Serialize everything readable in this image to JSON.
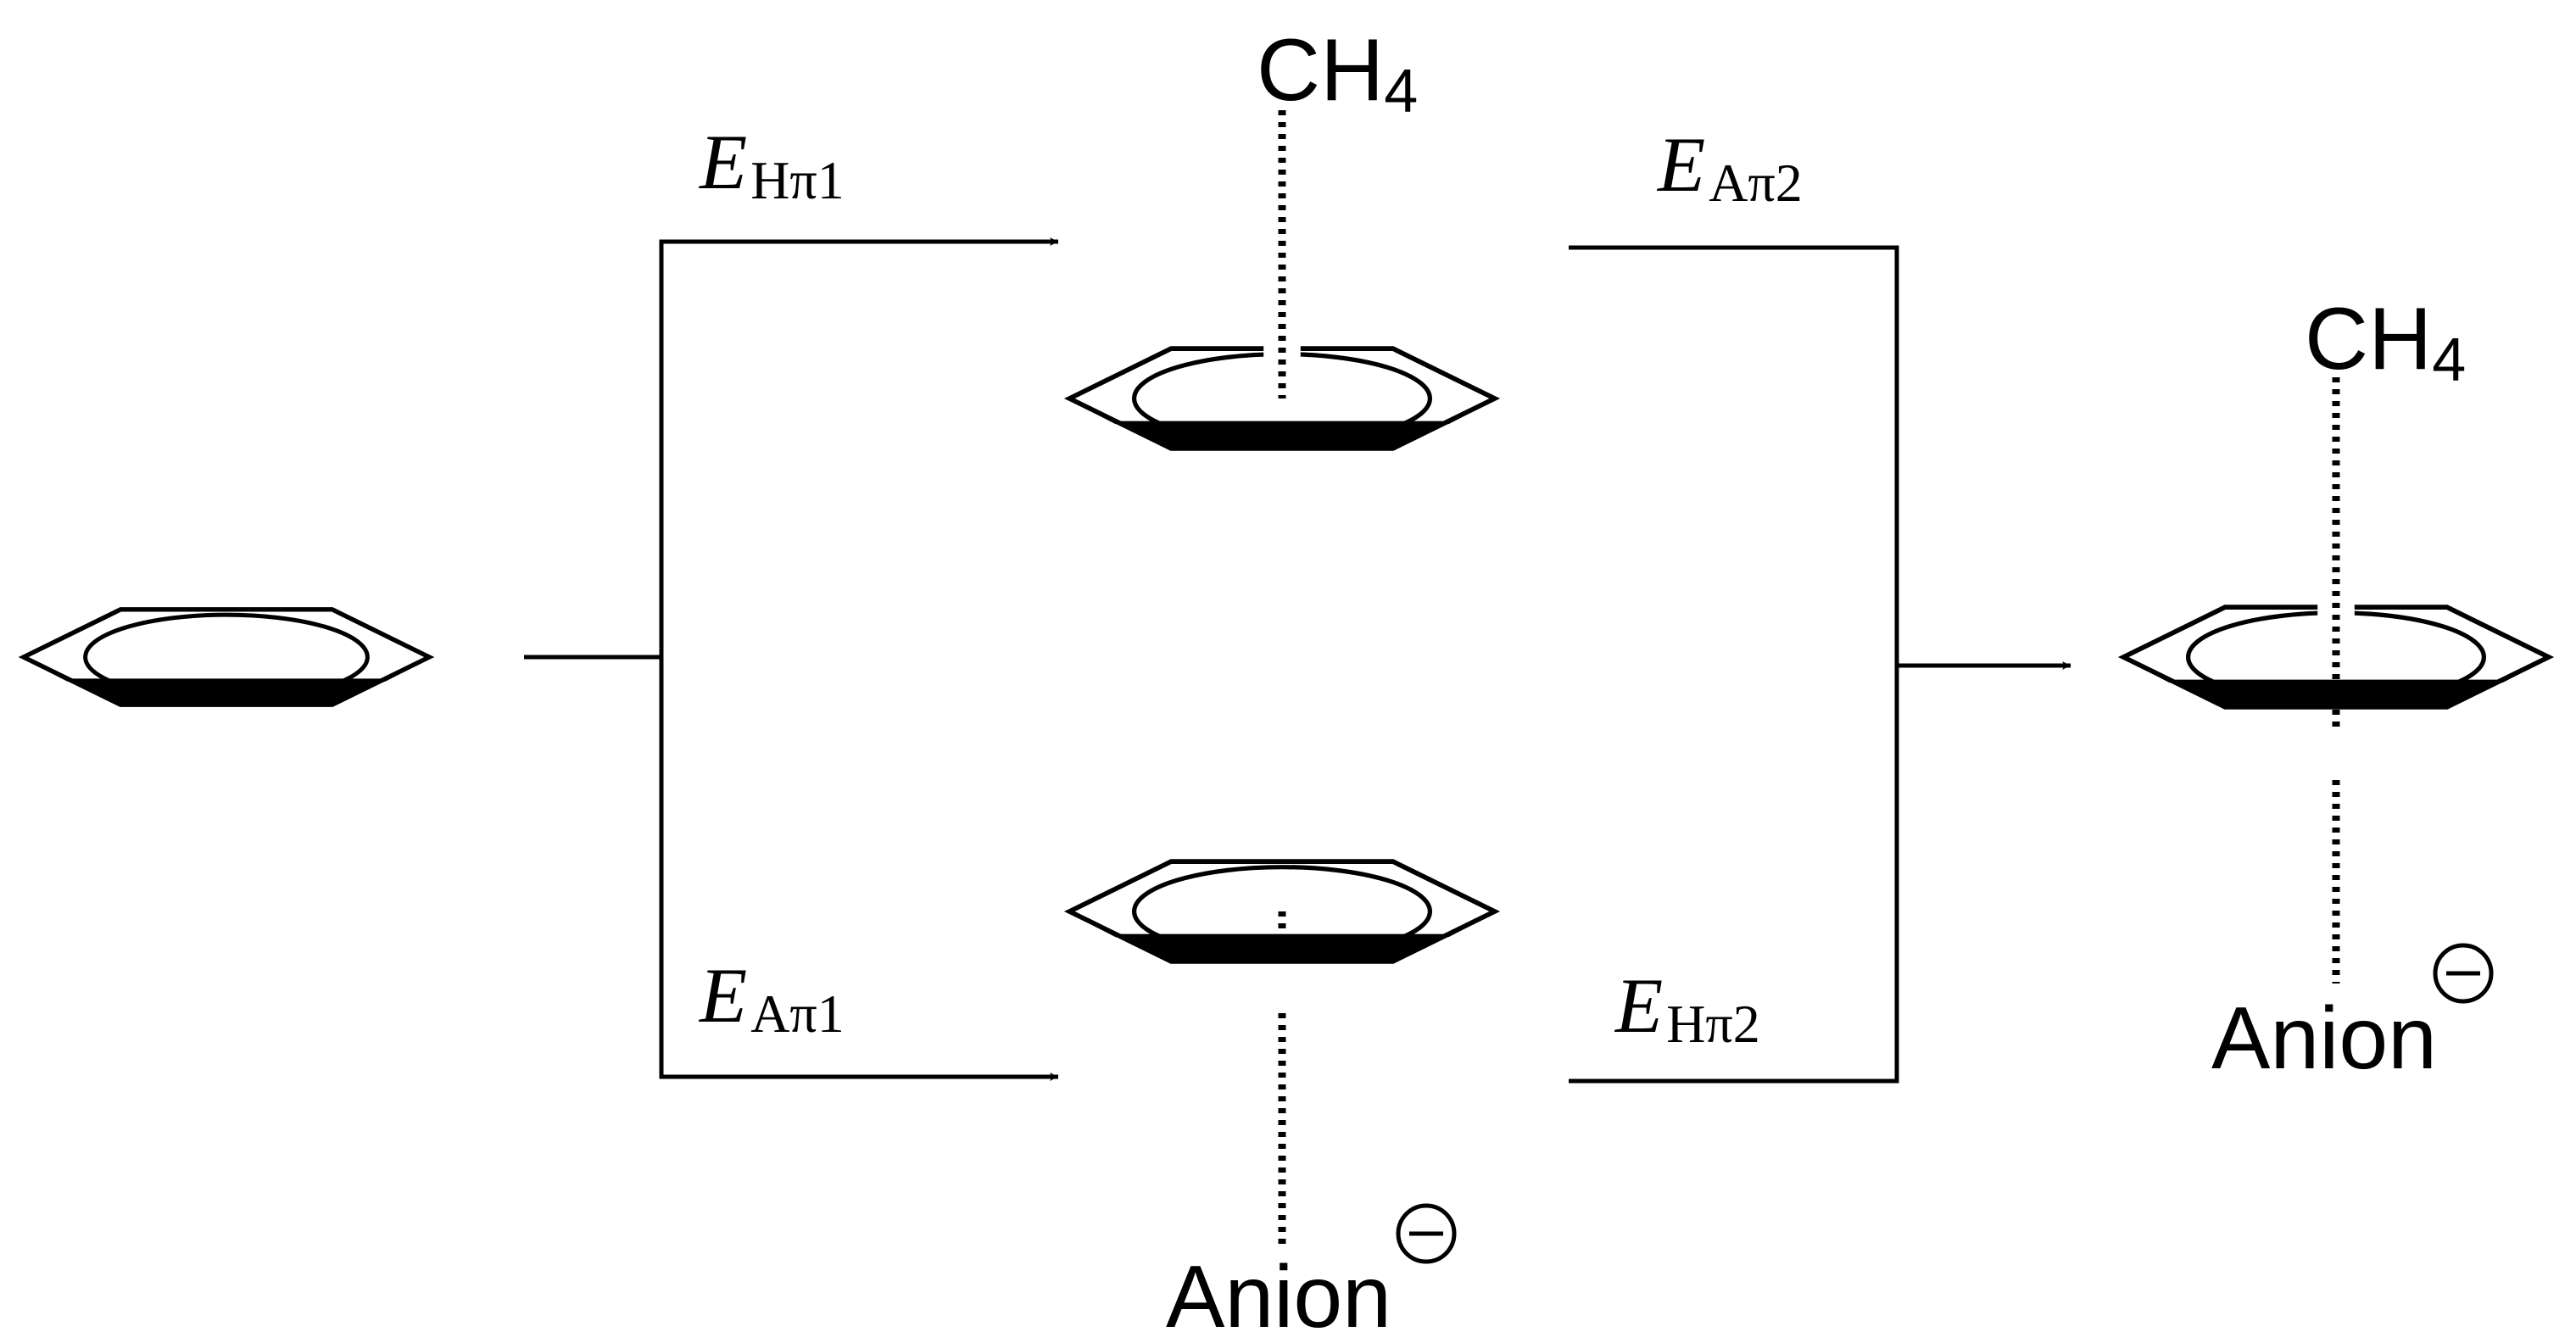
{
  "labels": {
    "methane_top": {
      "main": "CH",
      "sub": "4"
    },
    "methane_right": {
      "main": "CH",
      "sub": "4"
    },
    "anion_bottom": "Anion",
    "anion_right": "Anion",
    "charge_symbol": "−"
  },
  "energies": {
    "h_pi_1": {
      "symbol": "E",
      "subscript": "Hπ1"
    },
    "a_pi_1": {
      "symbol": "E",
      "subscript": "Aπ1"
    },
    "a_pi_2": {
      "symbol": "E",
      "subscript": "Aπ2"
    },
    "h_pi_2": {
      "symbol": "E",
      "subscript": "Hπ2"
    }
  },
  "colors": {
    "ink": "#000000",
    "background": "#ffffff"
  }
}
